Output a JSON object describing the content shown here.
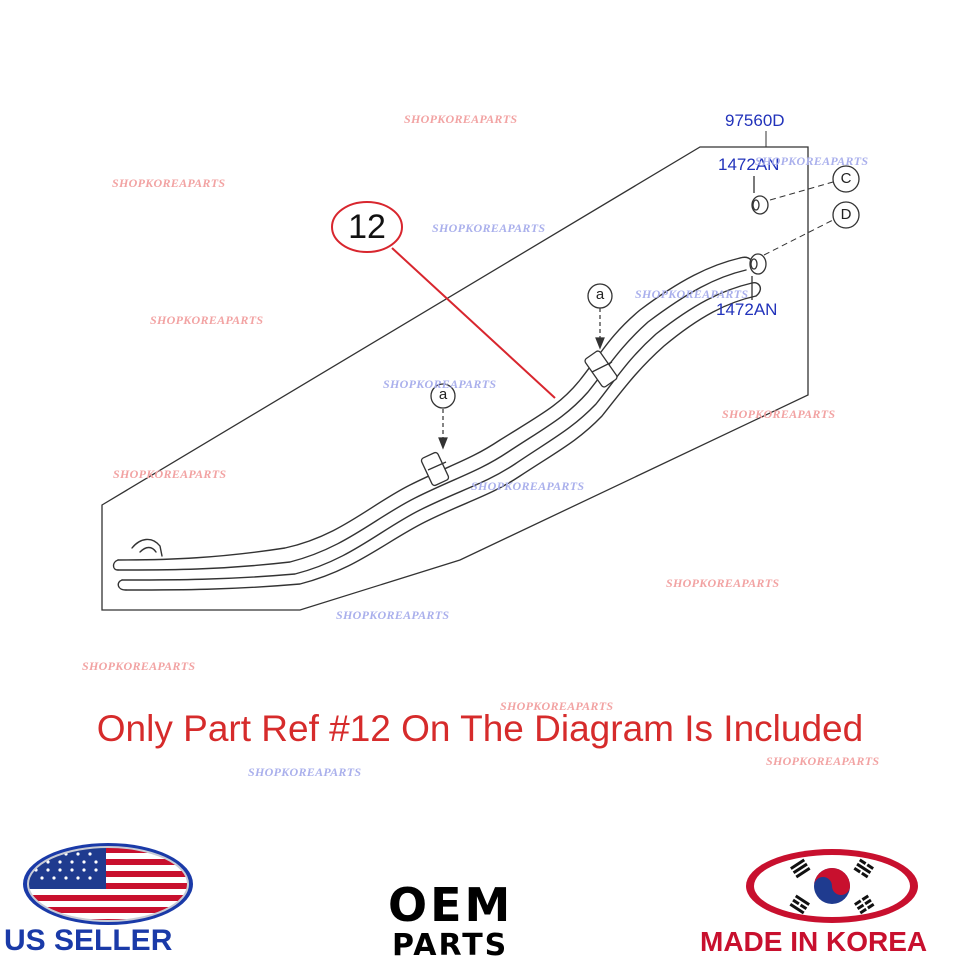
{
  "diagram": {
    "callout_number": "12",
    "part_numbers": {
      "top": "97560D",
      "fastener_upper": "1472AN",
      "fastener_lower": "1472AN"
    },
    "reference_letters": {
      "c": "C",
      "d": "D",
      "a_upper": "a",
      "a_lower": "a"
    },
    "watermark_text": "SHOPKOREAPARTS"
  },
  "notice": "Only Part Ref #12 On The Diagram Is Included",
  "badges": {
    "us_seller": "US SELLER",
    "oem_top": "OEM",
    "oem_bottom": "PARTS",
    "made_in_korea": "MADE IN KOREA"
  },
  "colors": {
    "notice_red": "#d62b2b",
    "part_number_blue": "#2233bb",
    "callout_line_red": "#d8262e",
    "us_blue": "#1a3aa8",
    "korea_red": "#c8102e"
  }
}
